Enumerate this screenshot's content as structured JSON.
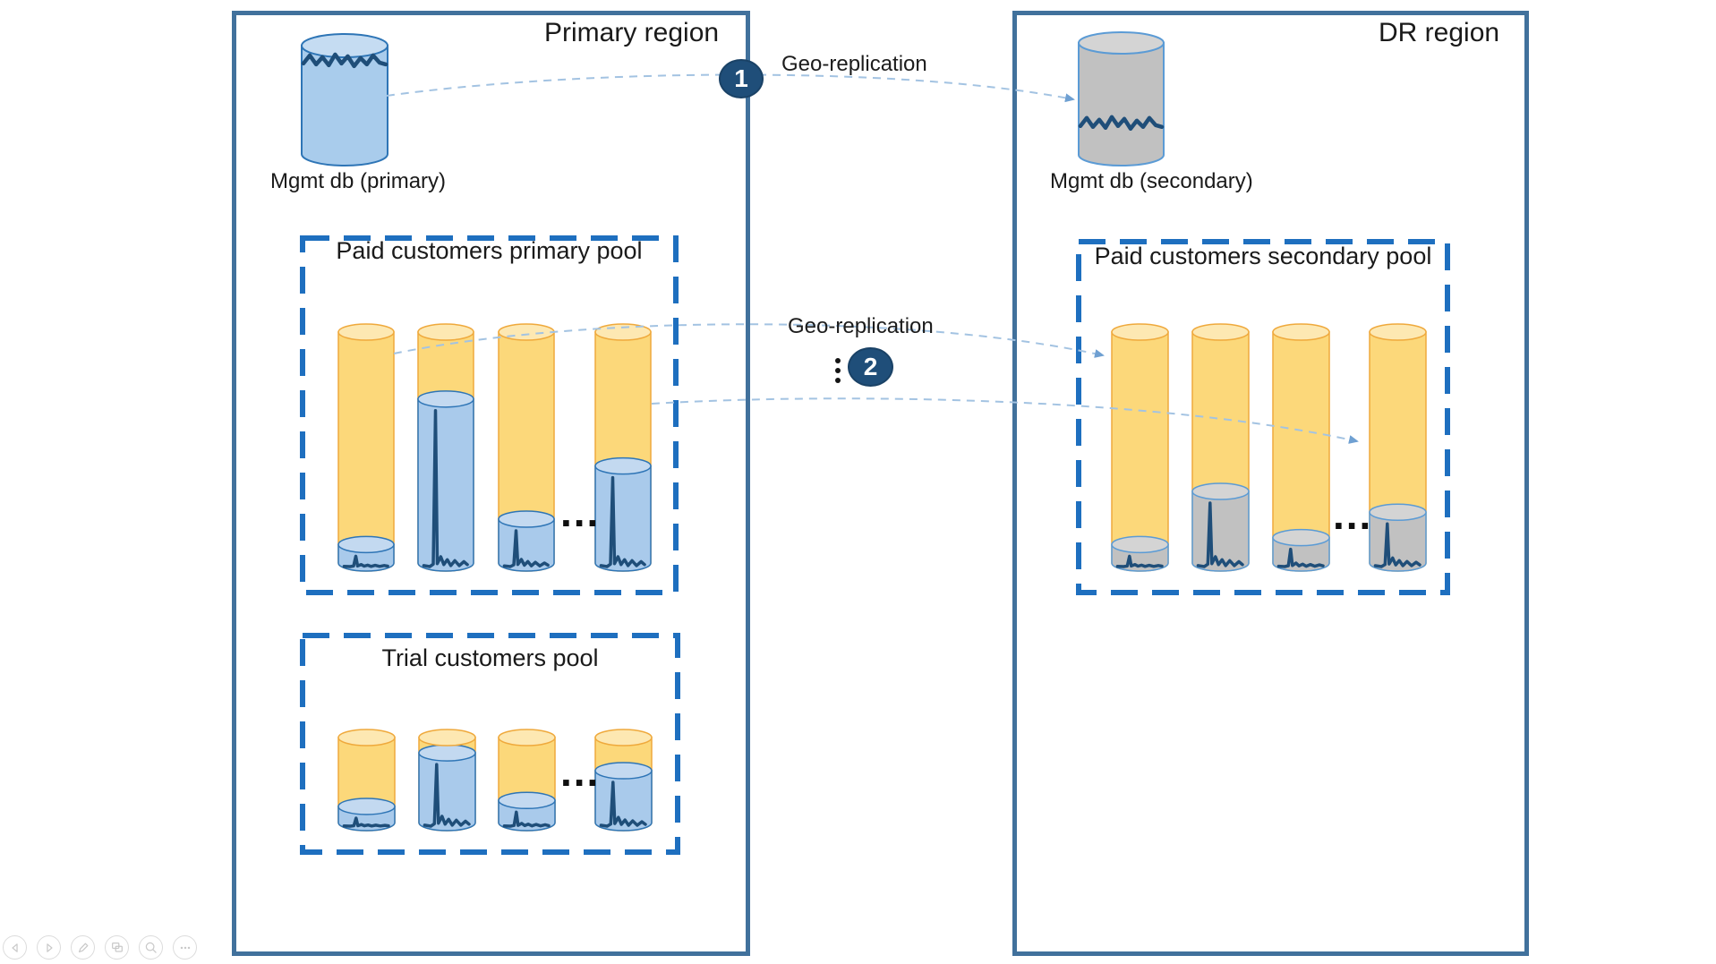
{
  "slide": {
    "primary_region": {
      "title": "Primary region",
      "mgmt_db": {
        "label": "Mgmt db (primary)"
      },
      "paid_pool": {
        "title": "Paid customers primary pool",
        "more_indicator": "...",
        "db_fill_levels": [
          0.08,
          0.71,
          0.19,
          0.42
        ]
      },
      "trial_pool": {
        "title": "Trial customers pool",
        "more_indicator": "...",
        "db_fill_levels": [
          0.19,
          0.82,
          0.26,
          0.61
        ]
      }
    },
    "dr_region": {
      "title": "DR region",
      "mgmt_db": {
        "label": "Mgmt db (secondary)"
      },
      "paid_pool": {
        "title": "Paid customers secondary pool",
        "more_indicator": "...",
        "db_fill_levels": [
          0.08,
          0.31,
          0.11,
          0.22
        ]
      }
    },
    "annotations": {
      "geo_replication_1": {
        "label": "Geo-replication",
        "step": "1"
      },
      "geo_replication_2": {
        "label": "Geo-replication",
        "step": "2"
      }
    }
  },
  "colors": {
    "region_border": "#41719C",
    "pool_border": "#1E6FBF",
    "text": "#1a1a1a",
    "cylinder_empty_body": "#FCD87A",
    "cylinder_empty_top": "#FDE8B2",
    "cylinder_empty_outline": "#EFA93C",
    "fill_blue_body": "#A9CAEB",
    "fill_blue_top": "#C3D9F0",
    "fill_blue_outline": "#2E75B6",
    "fill_gray_body": "#C1C1C1",
    "fill_gray_top": "#D4D4D4",
    "fill_gray_outline": "#5B9BD5",
    "mgmt_blue_body": "#A9CCEC",
    "mgmt_blue_top": "#C5DCF2",
    "waveform": "#1F4E79",
    "badge_background": "#1F4E79",
    "badge_text": "#FFFFFF",
    "arrow": "#A3C3E2",
    "arrow_head": "#6FA0D2"
  },
  "toolbar": {
    "buttons": [
      "previous-slide",
      "next-slide",
      "pen",
      "all-slides",
      "zoom",
      "more-options"
    ]
  }
}
